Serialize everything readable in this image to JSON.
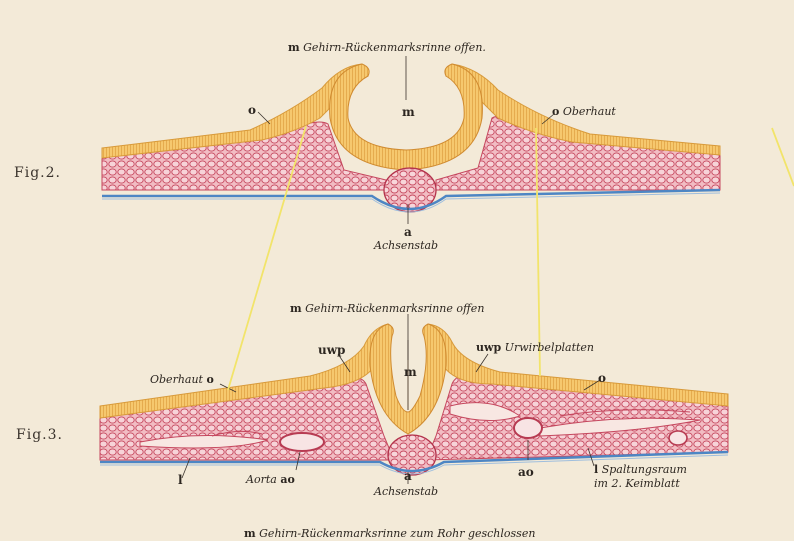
{
  "fig2": {
    "figure_label": "Fig.2.",
    "caption_letter": "m",
    "caption_text": "Gehirn-Rückenmarksrinne offen.",
    "m_label": "m",
    "o_left": "o",
    "o_right": "o",
    "o_right_text": "Oberhaut",
    "a_label": "a",
    "a_text": "Achsenstab"
  },
  "fig3": {
    "figure_label": "Fig.3.",
    "caption_letter": "m",
    "caption_text": "Gehirn-Rückenmarksrinne offen",
    "m_label": "m",
    "uwp_left": "uwp",
    "uwp_right": "uwp",
    "uwp_right_text": "Urwirbelplatten",
    "o_left_text": "Oberhaut",
    "o_left": "o",
    "o_right": "o",
    "a_label": "a",
    "a_text": "Achsenstab",
    "l_left": "l",
    "ao_left_text": "Aorta",
    "ao_left": "ao",
    "ao_right": "ao",
    "l_right": "l",
    "l_right_text": "Spaltungsraum",
    "l_right_text2": "im 2. Keimblatt"
  },
  "bottom_caption": {
    "letter": "m",
    "text": "Gehirn-Rückenmarksrinne zum Rohr geschlossen"
  },
  "colors": {
    "background": "#f3ead8",
    "ectoderm": "#f5c56a",
    "ectoderm_line": "#d89a3a",
    "mesoderm": "#f0b3bc",
    "mesoderm_cell": "#c5475e",
    "endoderm": "#4d86c4",
    "guide_line": "#f2e46a"
  }
}
